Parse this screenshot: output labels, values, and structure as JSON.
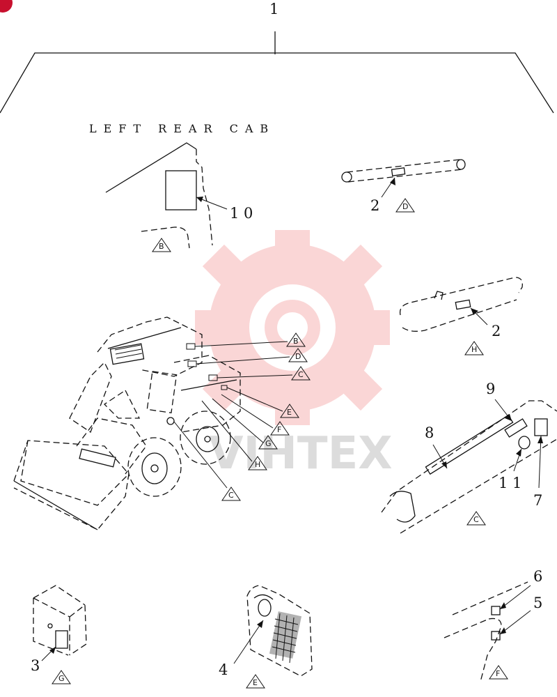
{
  "diagram": {
    "top_label": "1",
    "caption": "LEFT REAR CAB",
    "part_labels": {
      "p10": "1 0",
      "p2_top": "2",
      "p2_mid": "2",
      "p9": "9",
      "p8": "8",
      "p11": "1 1",
      "p7": "7",
      "p3": "3",
      "p4": "4",
      "p6": "6",
      "p5": "5"
    },
    "view_refs": {
      "B_detail": "B",
      "D_detail": "D",
      "H_detail": "H",
      "C_detail": "C",
      "G_detail": "G",
      "E_detail": "E",
      "F_detail": "F",
      "B_main": "B",
      "D_main": "D",
      "C_main": "C",
      "E_main": "E",
      "F_main": "F",
      "G_main": "G",
      "H_main": "H",
      "C_main2": "C"
    },
    "watermark": "VIHTEX",
    "colors": {
      "line": "#111111",
      "watermark": "#f2b3b3",
      "corner_badge": "#c8102e"
    }
  }
}
